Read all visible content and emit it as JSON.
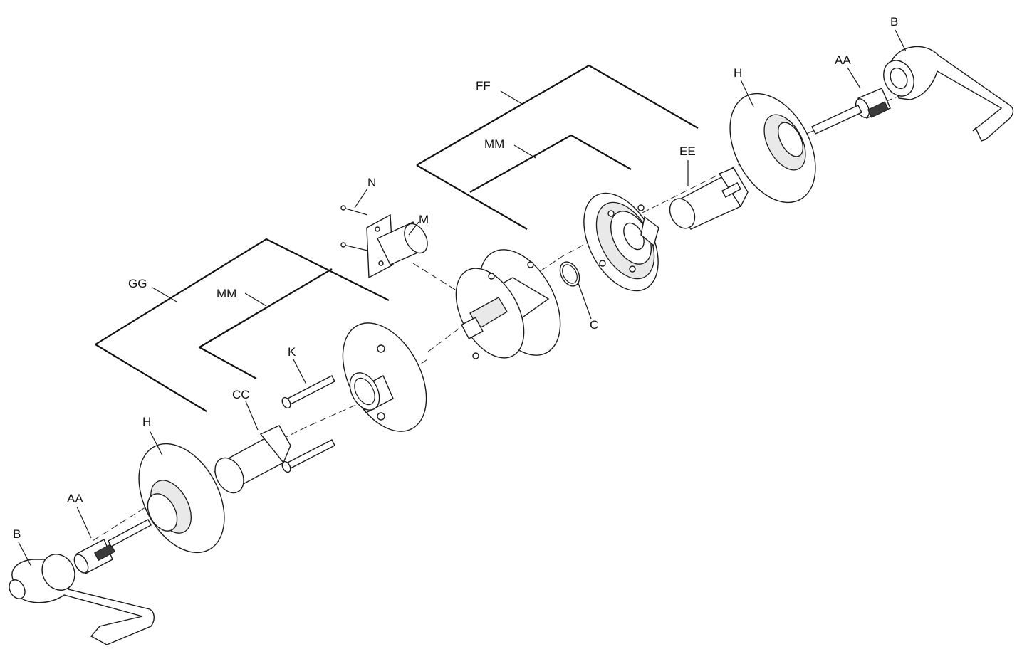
{
  "labels": {
    "b_right": "B",
    "aa_right": "AA",
    "h_right": "H",
    "ff": "FF",
    "mm_upper": "MM",
    "ee": "EE",
    "n": "N",
    "m": "M",
    "c": "C",
    "gg": "GG",
    "mm_lower": "MM",
    "k": "K",
    "cc": "CC",
    "h_left": "H",
    "aa_left": "AA",
    "b_left": "B"
  }
}
